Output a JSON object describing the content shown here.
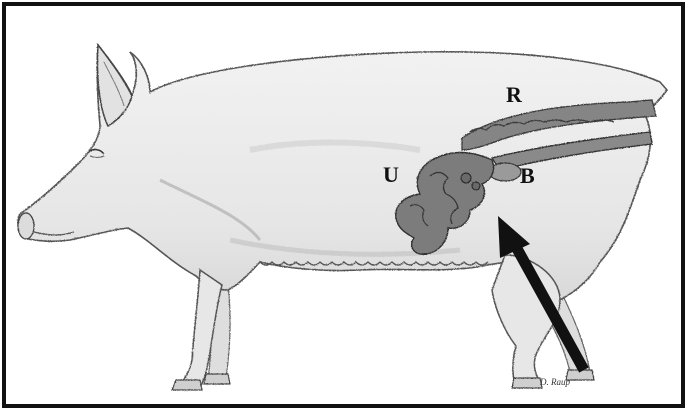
{
  "labels": {
    "R": "R",
    "U": "U",
    "B": "B"
  },
  "signature": "D. Raup",
  "colors": {
    "frame": "#111111",
    "background": "#ffffff",
    "body_fill": "#eeeeee",
    "body_stroke": "#555555",
    "organ_fill": "#7d7d7d",
    "organ_stroke": "#3a3a3a",
    "arrow": "#111111"
  },
  "icons": {
    "arrow": "arrow-up-left-icon"
  }
}
